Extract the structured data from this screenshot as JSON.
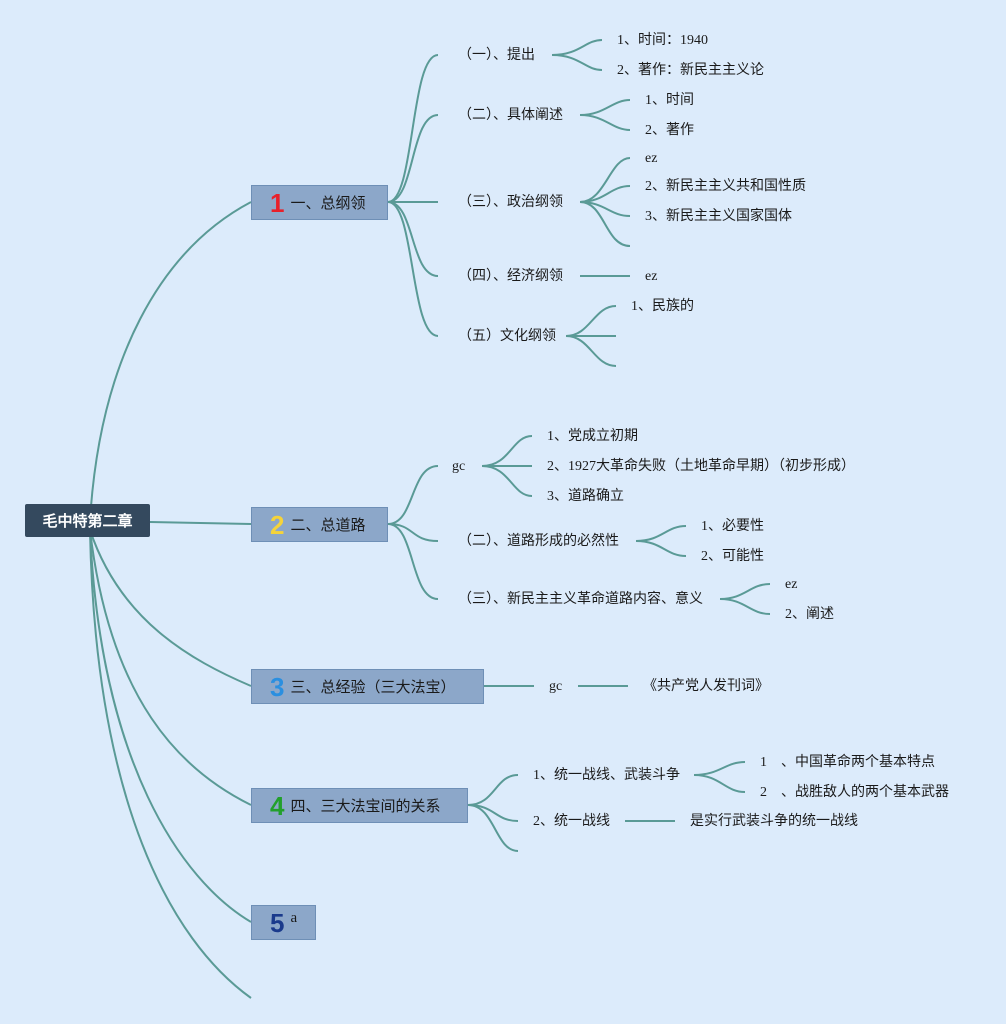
{
  "root": "毛中特第二章",
  "colors": {
    "n1": "#e8202a",
    "n2": "#f5d33a",
    "n3": "#2a8fe0",
    "n4": "#22a02c",
    "n5": "#1a3a8c"
  },
  "main": [
    {
      "num": "1",
      "label": "一、总纲领"
    },
    {
      "num": "2",
      "label": "二、总道路"
    },
    {
      "num": "3",
      "label": "三、总经验（三大法宝）"
    },
    {
      "num": "4",
      "label": "四、三大法宝间的关系"
    },
    {
      "num": "5",
      "label": "a"
    }
  ],
  "b1": {
    "s1": {
      "label": "（一）、提出",
      "c1": "1、时间：1940",
      "c2": "2、著作：新民主主义论"
    },
    "s2": {
      "label": "（二）、具体阐述",
      "c1": "1、时间",
      "c2": "2、著作"
    },
    "s3": {
      "label": "（三）、政治纲领",
      "c1": "ez",
      "c2": "2、新民主主义共和国性质",
      "c3": "3、新民主主义国家国体"
    },
    "s4": {
      "label": "（四）、经济纲领",
      "c1": "ez"
    },
    "s5": {
      "label": "（五）文化纲领",
      "c1": "1、民族的"
    }
  },
  "b2": {
    "s1": {
      "label": "gc",
      "c1": "1、党成立初期",
      "c2": "2、1927大革命失败（土地革命早期）（初步形成）",
      "c3": "3、道路确立"
    },
    "s2": {
      "label": "（二）、道路形成的必然性",
      "c1": "1、必要性",
      "c2": "2、可能性"
    },
    "s3": {
      "label": "（三）、新民主主义革命道路内容、意义",
      "c1": "ez",
      "c2": "2、阐述"
    }
  },
  "b3": {
    "s1": "gc",
    "c1": "《共产党人发刊词》"
  },
  "b4": {
    "s1": {
      "label": "1、统一战线、武装斗争",
      "c1": "1　、中国革命两个基本特点",
      "c2": "2　、战胜敌人的两个基本武器"
    },
    "s2": {
      "label": "2、统一战线",
      "c1": "是实行武装斗争的统一战线"
    }
  }
}
